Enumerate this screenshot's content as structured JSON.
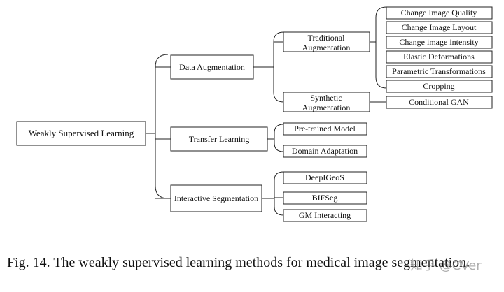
{
  "diagram": {
    "root": "Weakly Supervised Learning",
    "categories": [
      {
        "label": "Data Augmentation"
      },
      {
        "label": "Transfer Learning"
      },
      {
        "label": "Interactive Segmentation"
      }
    ],
    "subcategories": [
      {
        "lines": [
          "Traditional",
          "Augmentation"
        ]
      },
      {
        "lines": [
          "Synthetic",
          "Augmentation"
        ]
      }
    ],
    "traditional_methods": [
      "Change Image Quality",
      "Change Image Layout",
      "Change image intensity",
      "Elastic Deformations",
      "Parametric Transformations",
      "Cropping"
    ],
    "synthetic_methods": [
      "Conditional GAN"
    ],
    "transfer_methods": [
      "Pre-trained Model",
      "Domain Adaptation"
    ],
    "interactive_methods": [
      "DeepIGeoS",
      "BIFSeg",
      "GM Interacting"
    ]
  },
  "caption": {
    "figure_label": "Fig. 14.",
    "text": "The weakly supervised learning methods for medical image segmentation."
  },
  "watermark": "知乎 @CVer"
}
